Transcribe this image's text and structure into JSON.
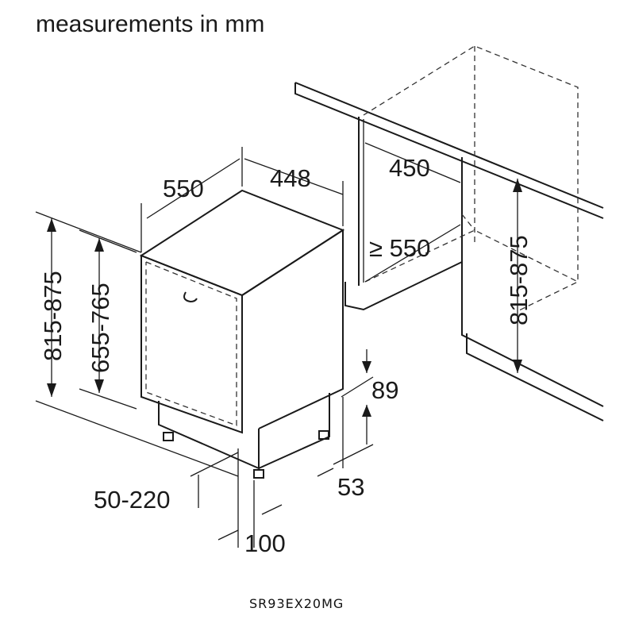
{
  "title": "measurements in mm",
  "model": "SR93EX20MG",
  "dimensions": {
    "depth": "550",
    "width": "448",
    "niche_width": "450",
    "niche_depth": "≥ 550",
    "niche_height": "815-875",
    "total_height": "815-875",
    "door_height": "655-765",
    "plinth_gap": "89",
    "plinth_depth": "53",
    "plinth_height": "50-220",
    "foot_offset": "100"
  }
}
